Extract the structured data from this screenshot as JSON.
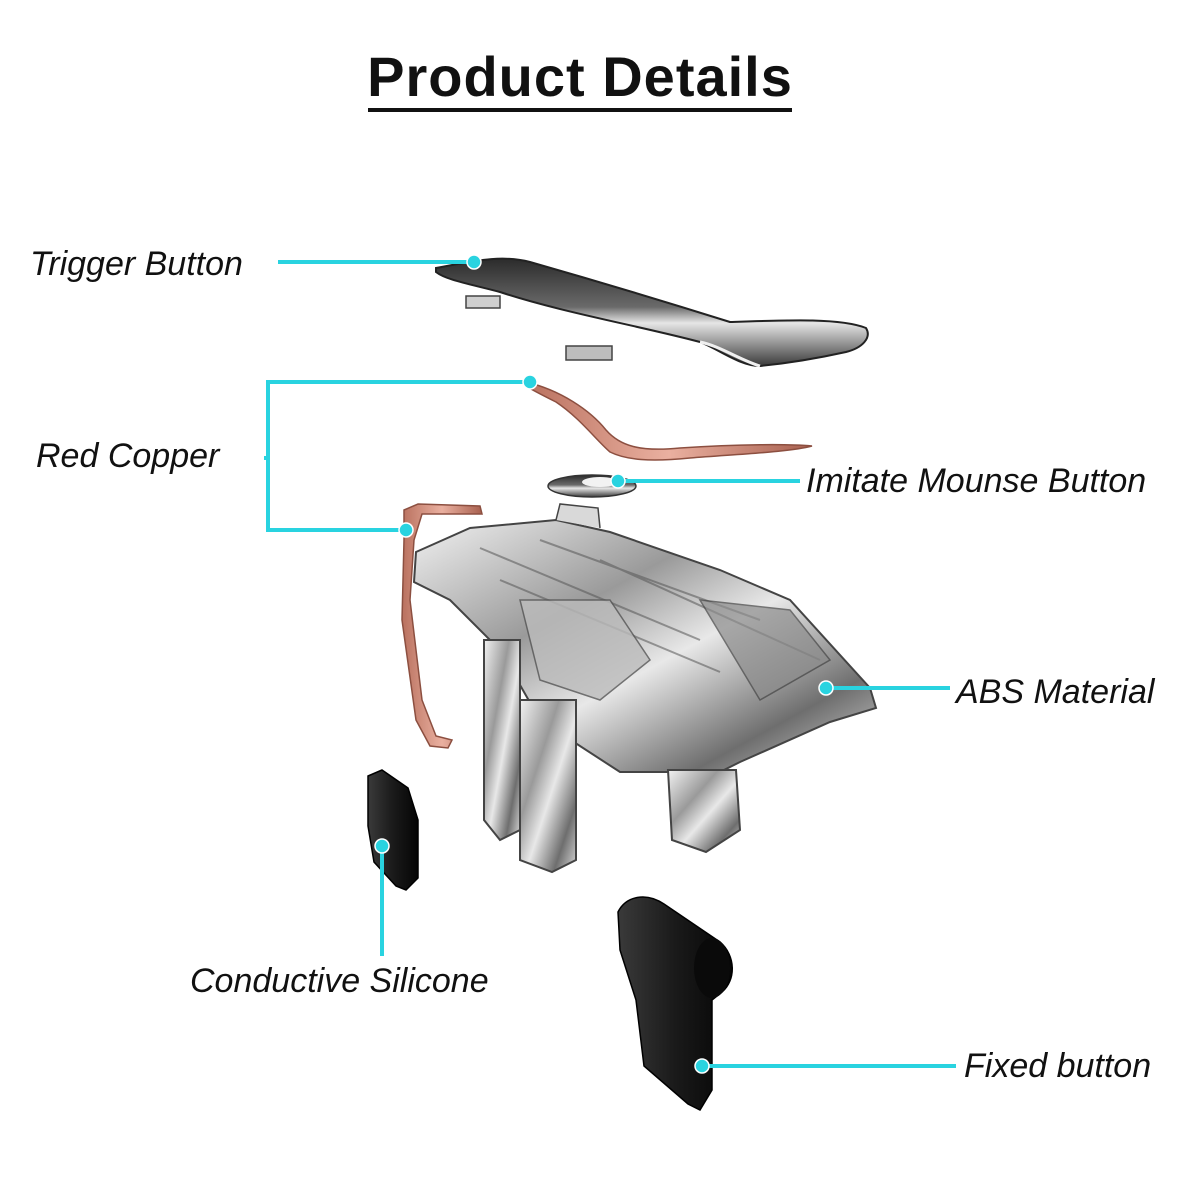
{
  "title": "Product Details",
  "accent_color": "#29d3e0",
  "copper_color": "#d98f7a",
  "labels": {
    "trigger_button": "Trigger Button",
    "red_copper": "Red Copper",
    "imitate_mouse_button": "Imitate Mounse Button",
    "abs_material": "ABS Material",
    "conductive_silicone": "Conductive Silicone",
    "fixed_button": "Fixed button"
  }
}
